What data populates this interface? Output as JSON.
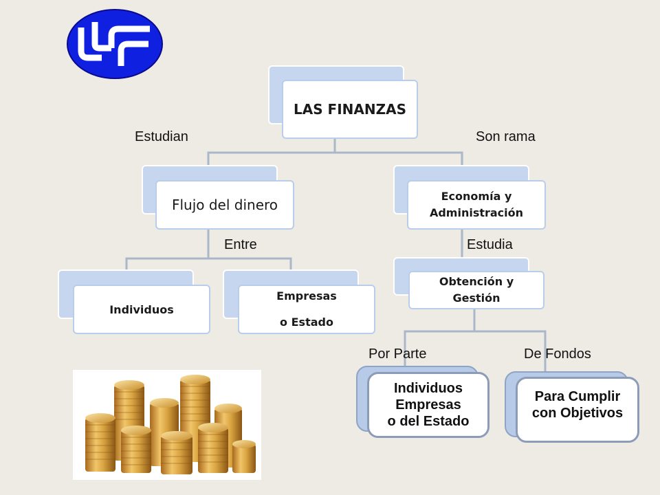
{
  "colors": {
    "background": "#eeebe4",
    "box_back": "#c5d6ee",
    "box_border": "#b8cdea",
    "connector": "#aab7c8",
    "logo_blue": "#1020e0",
    "coin_gold": "#d9a441"
  },
  "logo": {
    "icon": "university-logo-icon"
  },
  "image": {
    "icon": "gold-coins-stack-image"
  },
  "root": {
    "label": "LAS FINANZAS"
  },
  "connector_labels": {
    "studied_by": "Estudian",
    "branch_of": "Son rama",
    "between": "Entre",
    "studies": "Estudia",
    "on_behalf_of": "Por Parte",
    "of_funds": "De Fondos"
  },
  "nodes": {
    "money_flow": {
      "label": "Flujo del dinero"
    },
    "economy": {
      "line1": "Economía y",
      "line2": "Administración"
    },
    "individuals": {
      "label": "Individuos"
    },
    "companies": {
      "line1": "Empresas",
      "line2": "o Estado"
    },
    "obtaining": {
      "line1": "Obtención y",
      "line2": "Gestión"
    },
    "entities": {
      "line1": "Individuos",
      "line2": "Empresas",
      "line3": "o del Estado"
    },
    "objectives": {
      "line1": "Para Cumplir",
      "line2": "con Objetivos"
    }
  }
}
